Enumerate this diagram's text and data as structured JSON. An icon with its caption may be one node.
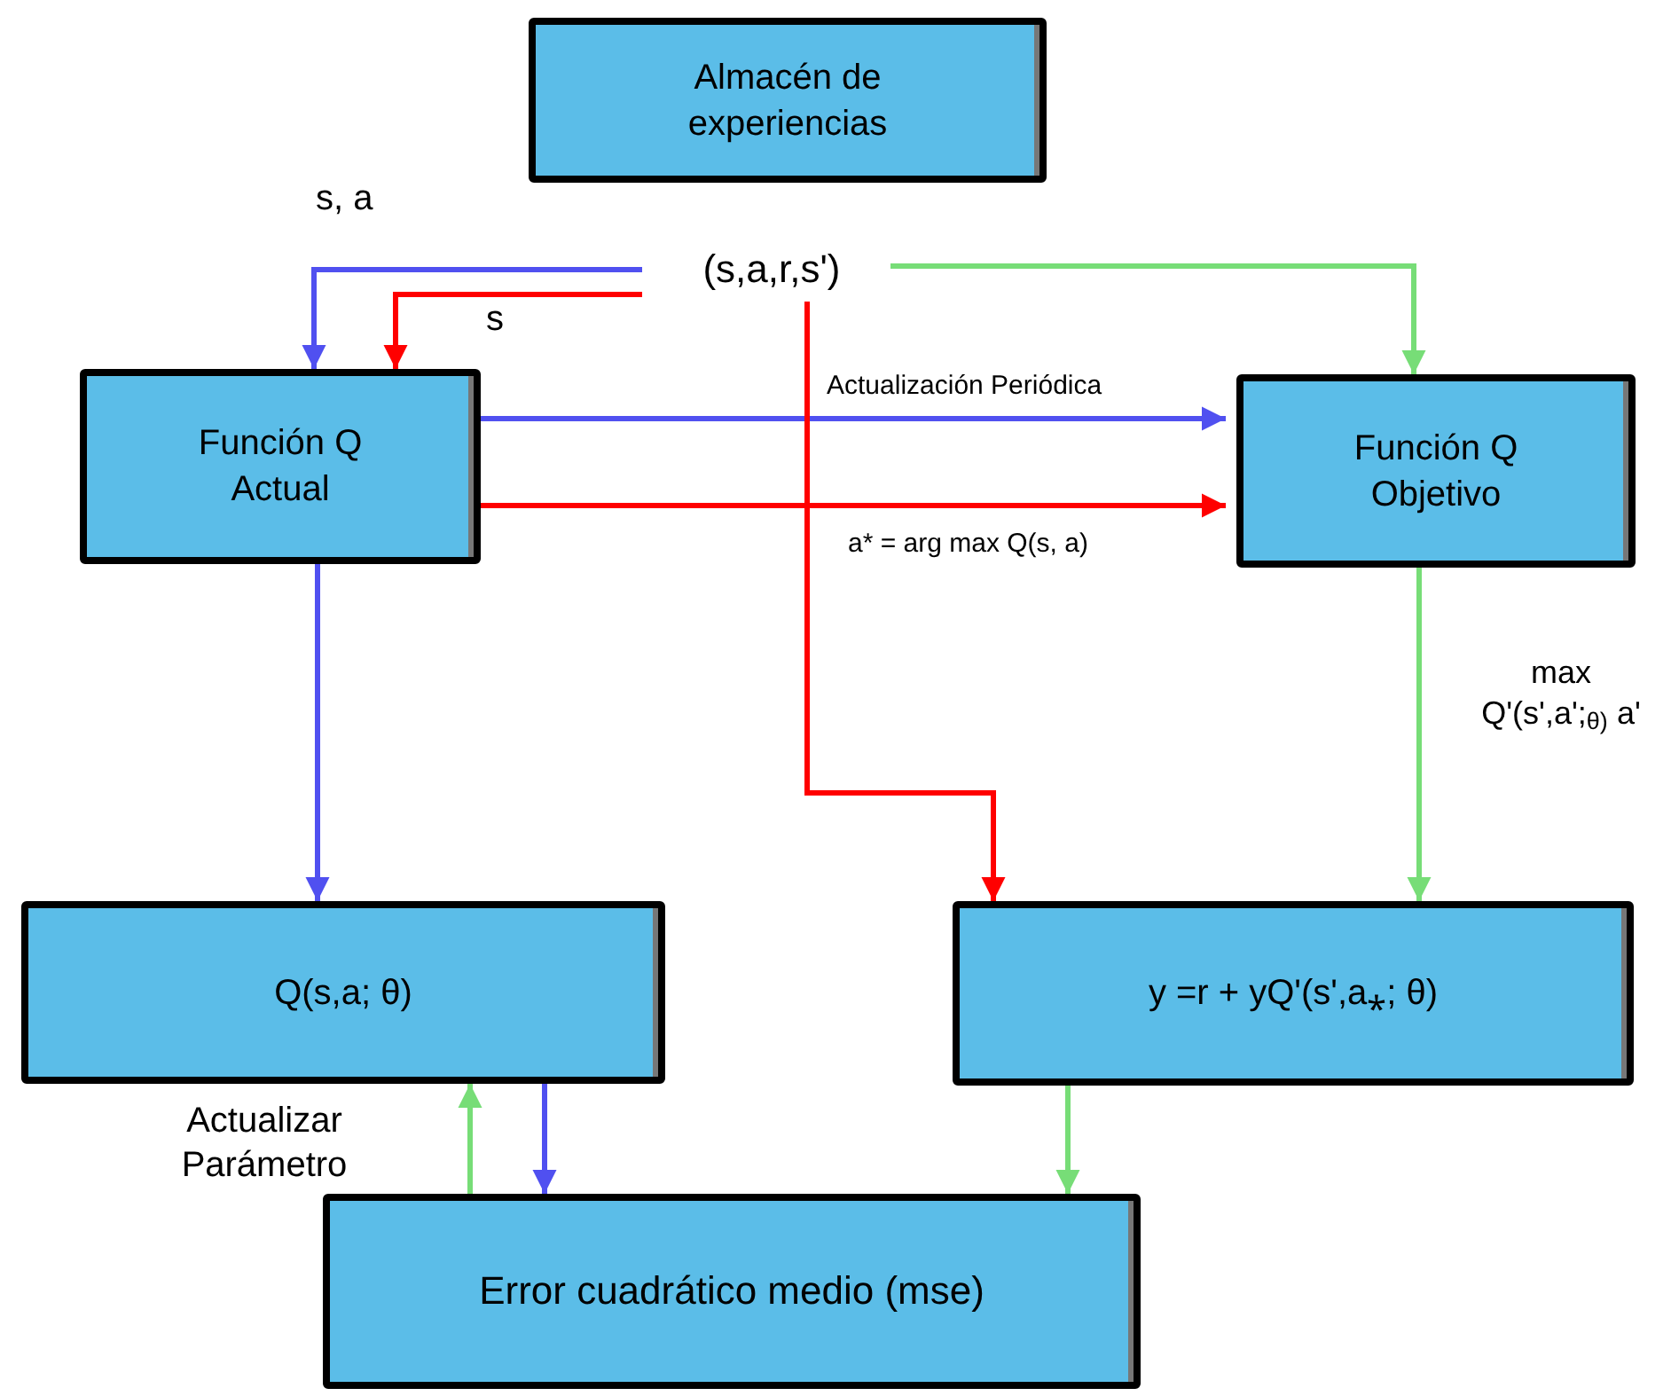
{
  "diagram": {
    "nodes": [
      {
        "text": [
          "Almacén de experiencias"
        ]
      },
      {
        "text": [
          "(s,a,r,s')"
        ]
      },
      {
        "text": [
          "Función Q Actual"
        ]
      },
      {
        "text": [
          "Función Q Objetivo"
        ]
      },
      {
        "text": [
          "Q(s,a; θ)"
        ]
      },
      {
        "text": [
          "y =r + yQ'(s',a⁎; θ)"
        ]
      },
      {
        "text": [
          "Error cuadrático medio (mse)"
        ]
      }
    ],
    "edges": [
      {
        "from": 1,
        "to": 2,
        "arrow": "to",
        "label": "s, a",
        "color": "#5050f0"
      },
      {
        "from": 1,
        "to": 2,
        "arrow": "to",
        "label": "s",
        "color": "#ff0000"
      },
      {
        "from": 1,
        "to": 3,
        "arrow": "to",
        "color": "#77dd77"
      },
      {
        "from": 2,
        "to": 3,
        "arrow": "to",
        "label": "Actualización Periódica",
        "color": "#5050f0"
      },
      {
        "from": 2,
        "to": 3,
        "arrow": "to",
        "label": "a* = arg max Q(s, a)",
        "color": "#ff0000"
      },
      {
        "from": 1,
        "to": 5,
        "arrow": "to",
        "color": "#ff0000"
      },
      {
        "from": 2,
        "to": 4,
        "arrow": "to",
        "color": "#5050f0"
      },
      {
        "from": 3,
        "to": 5,
        "arrow": "to",
        "label": "max Q'(s',a';$_{θ)}$ a'",
        "color": "#77dd77"
      },
      {
        "from": 6,
        "to": 4,
        "arrow": "to",
        "label": "Actualizar Parámetro",
        "color": "#77dd77"
      },
      {
        "from": 4,
        "to": 6,
        "arrow": "to",
        "color": "#5050f0"
      },
      {
        "from": 5,
        "to": 6,
        "arrow": "to",
        "color": "#77dd77"
      }
    ]
  }
}
